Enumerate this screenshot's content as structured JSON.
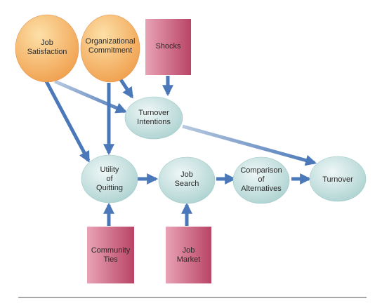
{
  "nodes": {
    "job_satisfaction": [
      "Job",
      "Satisfaction"
    ],
    "organizational_commitment": [
      "Organizational",
      "Commitment"
    ],
    "shocks": [
      "Shocks"
    ],
    "turnover_intentions": [
      "Turnover",
      "Intentions"
    ],
    "utility_of_quitting": [
      "Utility",
      "of",
      "Quitting"
    ],
    "job_search": [
      "Job",
      "Search"
    ],
    "comparison_of_alternatives": [
      "Comparison",
      "of",
      "Alternatives"
    ],
    "turnover": [
      "Turnover"
    ],
    "community_ties": [
      "Community",
      "Ties"
    ],
    "job_market": [
      "Job",
      "Market"
    ]
  },
  "colors": {
    "orange_light": "#fde0a8",
    "orange_dark": "#f0a04e",
    "teal_light": "#eef7f6",
    "teal_dark": "#a9d0cf",
    "rose_light": "#e9a3b6",
    "rose_dark": "#b94466",
    "arrow": "#4a78b8",
    "arrow_faded": "#b8c9e0",
    "rule": "#555555"
  }
}
